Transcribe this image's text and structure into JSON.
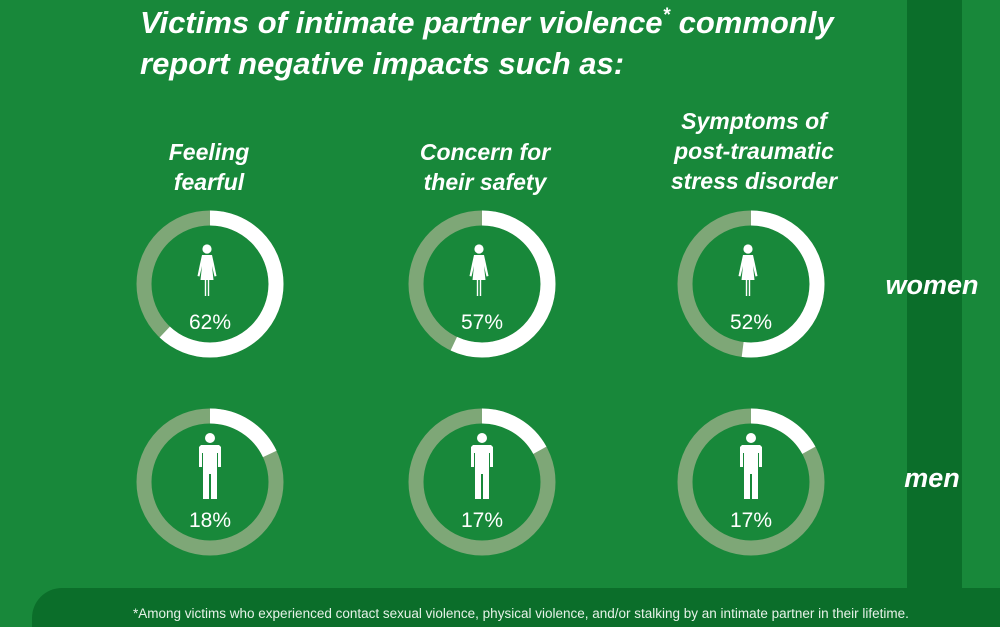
{
  "title": "Victims of intimate partner violence",
  "title_asterisk": "*",
  "title_rest_line1": " commonly",
  "title_line2": "report negative impacts such as:",
  "footnote": "*Among victims who experienced contact sexual violence, physical violence, and/or stalking by an intimate partner in their lifetime.",
  "colors": {
    "background": "#18883a",
    "dark_stripe": "#0b6e2a",
    "ring_filled": "#ffffff",
    "ring_track": "#7ea777"
  },
  "chart_data": {
    "type": "donut-grid",
    "unit": "%",
    "categories": [
      {
        "line1": "Feeling",
        "line2": "fearful",
        "line3": ""
      },
      {
        "line1": "Concern for",
        "line2": "their safety",
        "line3": ""
      },
      {
        "line1": "Symptoms of",
        "line2": "post-traumatic",
        "line3": "stress disorder"
      }
    ],
    "series": [
      {
        "name": "women",
        "icon": "woman-icon",
        "values": [
          62,
          57,
          52
        ]
      },
      {
        "name": "men",
        "icon": "man-icon",
        "values": [
          18,
          17,
          17
        ]
      }
    ]
  }
}
